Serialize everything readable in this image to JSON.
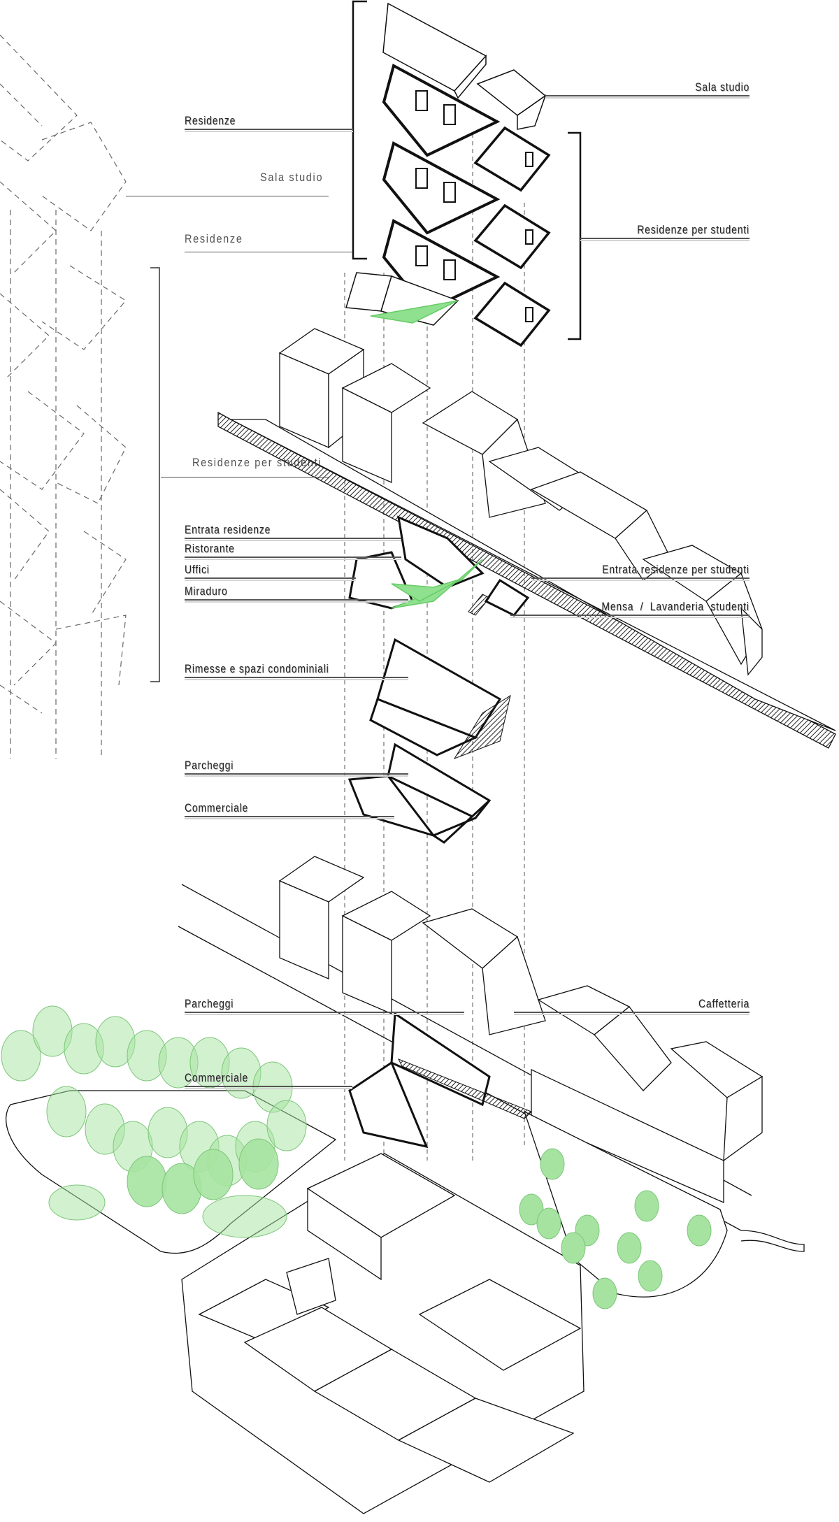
{
  "diagram": {
    "title_labels_left": {
      "residenze": "Residenze",
      "entrata_residenze": "Entrata residenze",
      "ristorante": "Ristorante",
      "uffici": "Uffici",
      "miraduro": "Miraduro",
      "rimesse": "Rimesse e spazi condominiali",
      "parcheggi_1": "Parcheggi",
      "commerciale_1": "Commerciale",
      "parcheggi_2": "Parcheggi",
      "commerciale_2": "Commerciale"
    },
    "labels_right": {
      "sala_studio": "Sala studio",
      "residenze_per_studenti": "Residenze per studenti",
      "entrata_residenze_studenti": "Entrata residenze per studenti",
      "mensa": "Mensa  /  Lavanderia  studenti",
      "caffetteria": "Caffetteria"
    },
    "ghost_labels": {
      "sala_studio": "Sala studio",
      "residenze": "Residenze",
      "residenze_per_studenti": "Residenze per studenti"
    },
    "colors": {
      "green_fill": "#8fe08f",
      "tree_fill": "#a6e3a0",
      "line": "#222222"
    }
  }
}
